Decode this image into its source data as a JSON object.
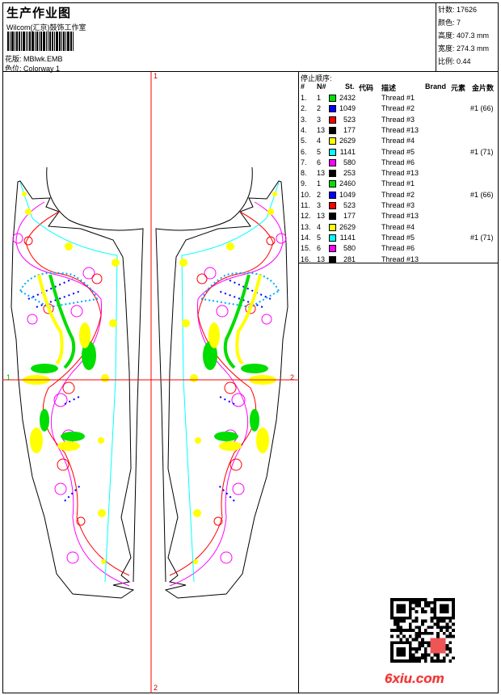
{
  "header": {
    "title": "生产作业图",
    "company": "Wilcom(汇京)鼓饰工作室",
    "design_label": "花版:",
    "design_value": "MBlwk.EMB",
    "colorway_label": "色位:",
    "colorway_value": "Colorway 1"
  },
  "info": [
    {
      "label": "针数:",
      "value": "17626"
    },
    {
      "label": "颜色:",
      "value": "7"
    },
    {
      "label": "高度:",
      "value": "407.3 mm"
    },
    {
      "label": "宽度:",
      "value": "274.3 mm"
    },
    {
      "label": "比例:",
      "value": "0.44"
    }
  ],
  "stops": {
    "caption": "停止顺序:",
    "columns": [
      "#",
      "N#",
      "St.",
      "代码",
      "描述",
      "Brand",
      "元素",
      "金片数"
    ],
    "rows": [
      {
        "idx": "1.",
        "n": "1",
        "color": "#00e000",
        "st": "2432",
        "desc": "Thread #1",
        "seq": ""
      },
      {
        "idx": "2.",
        "n": "2",
        "color": "#0000ff",
        "st": "1049",
        "desc": "Thread #2",
        "seq": "#1 (66)"
      },
      {
        "idx": "3.",
        "n": "3",
        "color": "#ff0000",
        "st": "523",
        "desc": "Thread #3",
        "seq": ""
      },
      {
        "idx": "4.",
        "n": "13",
        "color": "#000000",
        "st": "177",
        "desc": "Thread #13",
        "seq": ""
      },
      {
        "idx": "5.",
        "n": "4",
        "color": "#ffff00",
        "st": "2629",
        "desc": "Thread #4",
        "seq": ""
      },
      {
        "idx": "6.",
        "n": "5",
        "color": "#00ffff",
        "st": "1141",
        "desc": "Thread #5",
        "seq": "#1 (71)"
      },
      {
        "idx": "7.",
        "n": "6",
        "color": "#ff00ff",
        "st": "580",
        "desc": "Thread #6",
        "seq": ""
      },
      {
        "idx": "8.",
        "n": "13",
        "color": "#000000",
        "st": "253",
        "desc": "Thread #13",
        "seq": ""
      },
      {
        "idx": "9.",
        "n": "1",
        "color": "#00e000",
        "st": "2460",
        "desc": "Thread #1",
        "seq": ""
      },
      {
        "idx": "10.",
        "n": "2",
        "color": "#0000ff",
        "st": "1049",
        "desc": "Thread #2",
        "seq": "#1 (66)"
      },
      {
        "idx": "11.",
        "n": "3",
        "color": "#ff0000",
        "st": "523",
        "desc": "Thread #3",
        "seq": ""
      },
      {
        "idx": "12.",
        "n": "13",
        "color": "#000000",
        "st": "177",
        "desc": "Thread #13",
        "seq": ""
      },
      {
        "idx": "13.",
        "n": "4",
        "color": "#ffff00",
        "st": "2629",
        "desc": "Thread #4",
        "seq": ""
      },
      {
        "idx": "14.",
        "n": "5",
        "color": "#00ffff",
        "st": "1141",
        "desc": "Thread #5",
        "seq": "#1 (71)"
      },
      {
        "idx": "15.",
        "n": "6",
        "color": "#ff00ff",
        "st": "580",
        "desc": "Thread #6",
        "seq": ""
      },
      {
        "idx": "16.",
        "n": "13",
        "color": "#000000",
        "st": "281",
        "desc": "Thread #13",
        "seq": ""
      }
    ]
  },
  "axes": {
    "top": "1",
    "left": "1",
    "right": "2",
    "bottom": "2"
  },
  "watermark": "6xiu.com"
}
